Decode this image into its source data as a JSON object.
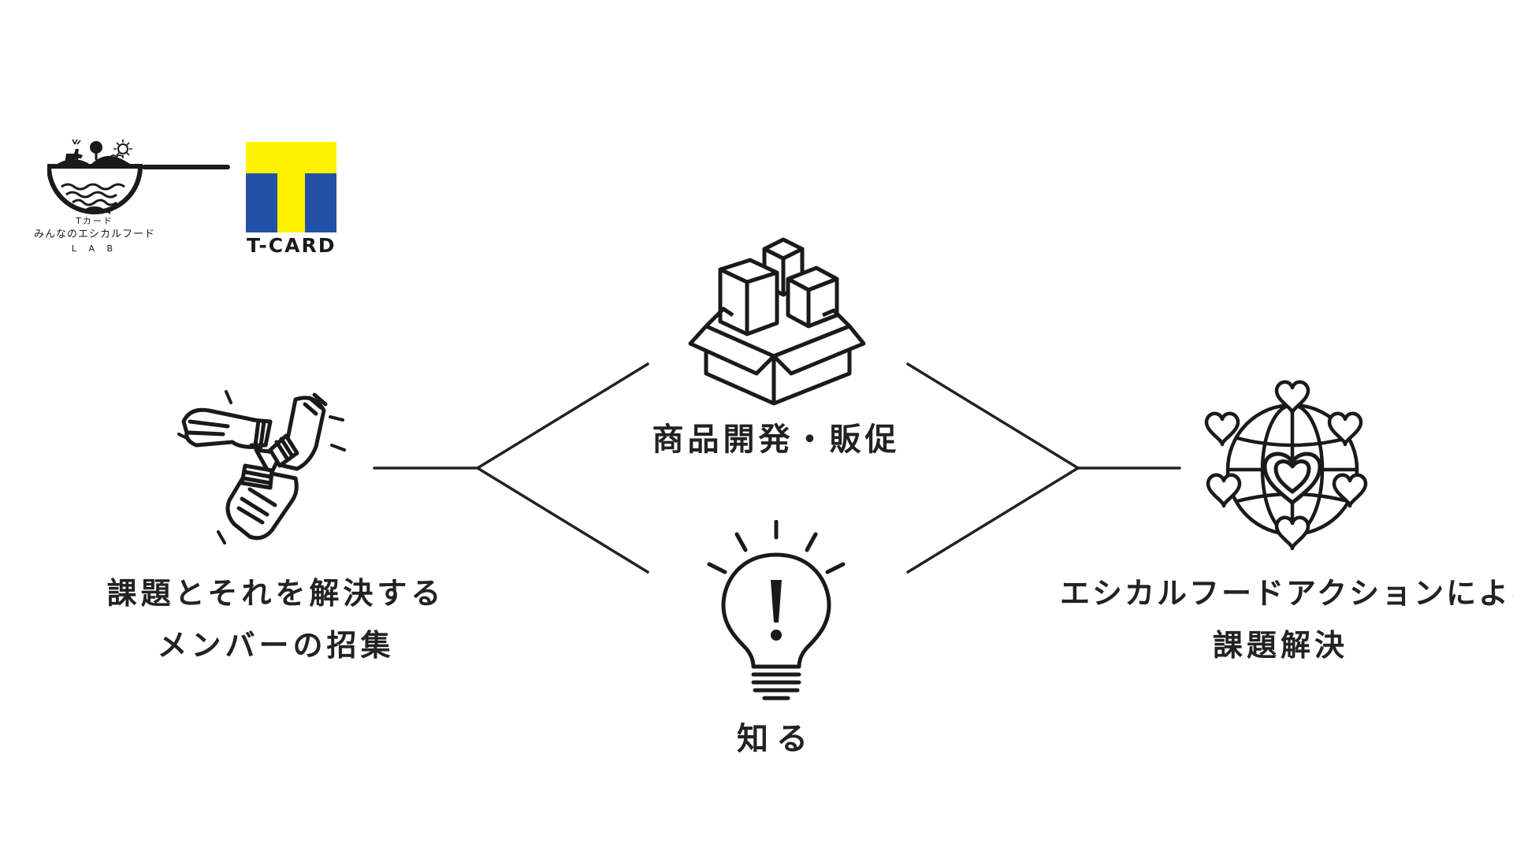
{
  "logos": {
    "lab": {
      "line1": "Tカード",
      "line2": "みんなのエシカルフード",
      "line3": "L A B"
    },
    "tcard": {
      "text": "T-CARD",
      "colors": {
        "yellow": "#FFF200",
        "blue": "#2451A8"
      }
    }
  },
  "nodes": {
    "members": {
      "icon": "joined-hands-icon",
      "line1": "課題とそれを解決する",
      "line2": "メンバーの招集"
    },
    "product": {
      "icon": "boxes-icon",
      "label": "商品開発・販促"
    },
    "know": {
      "icon": "lightbulb-icon",
      "label": "知る"
    },
    "solve": {
      "icon": "globe-hearts-icon",
      "line1": "エシカルフードアクションによる",
      "line2": "課題解決"
    }
  },
  "colors": {
    "ink": "#1a1a1a",
    "line": "#222222",
    "background": "#ffffff"
  }
}
